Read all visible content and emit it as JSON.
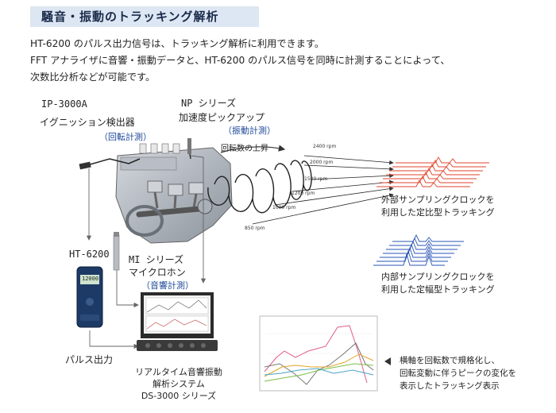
{
  "page": {
    "title": "騒音・振動のトラッキング解析",
    "intro_lines": [
      "HT-6200 のパルス出力信号は、トラッキング解析に利用できます。",
      "FFT アナライザに音響・振動データと、HT-6200 のパルス信号を同時に計測することによって、",
      "次数比分析などが可能です。"
    ]
  },
  "diagram": {
    "ignition": {
      "model": "IP-3000A",
      "name": "イグニッション検出器",
      "measure": "（回転計測）"
    },
    "accel": {
      "model": "NP シリーズ",
      "name": "加速度ピックアップ",
      "measure": "（振動計測）"
    },
    "mic": {
      "model": "MI シリーズ",
      "name": "マイクロホン",
      "measure": "（音響計測）"
    },
    "tacho": {
      "model": "HT-6200",
      "display": "12000"
    },
    "pulse_label": "パルス出力",
    "rpm_up_label": "回転数の上昇",
    "rpm_labels": [
      "2400 rpm",
      "2000 rpm",
      "1500 rpm",
      "1200 rpm",
      "1000 rpm",
      "850 rpm"
    ],
    "system": {
      "line1": "リアルタイム音響振動",
      "line2": "解析システム",
      "line3": "DS-3000 シリーズ"
    },
    "external_tracking": {
      "line1": "外部サンプリングクロックを",
      "line2": "利用した定比型トラッキング"
    },
    "internal_tracking": {
      "line1": "内部サンプリングクロックを",
      "line2": "利用した定幅型トラッキング"
    },
    "tracking_display": {
      "line1": "横軸を回転数で規格化し、",
      "line2": "回転変動に伴うピークの変化を",
      "line3": "表示したトラッキング表示"
    },
    "colors": {
      "external": "#e0432c",
      "internal": "#2a55b5",
      "title_bg": "#dde7f3",
      "label_blue": "#1f4a9a"
    }
  }
}
